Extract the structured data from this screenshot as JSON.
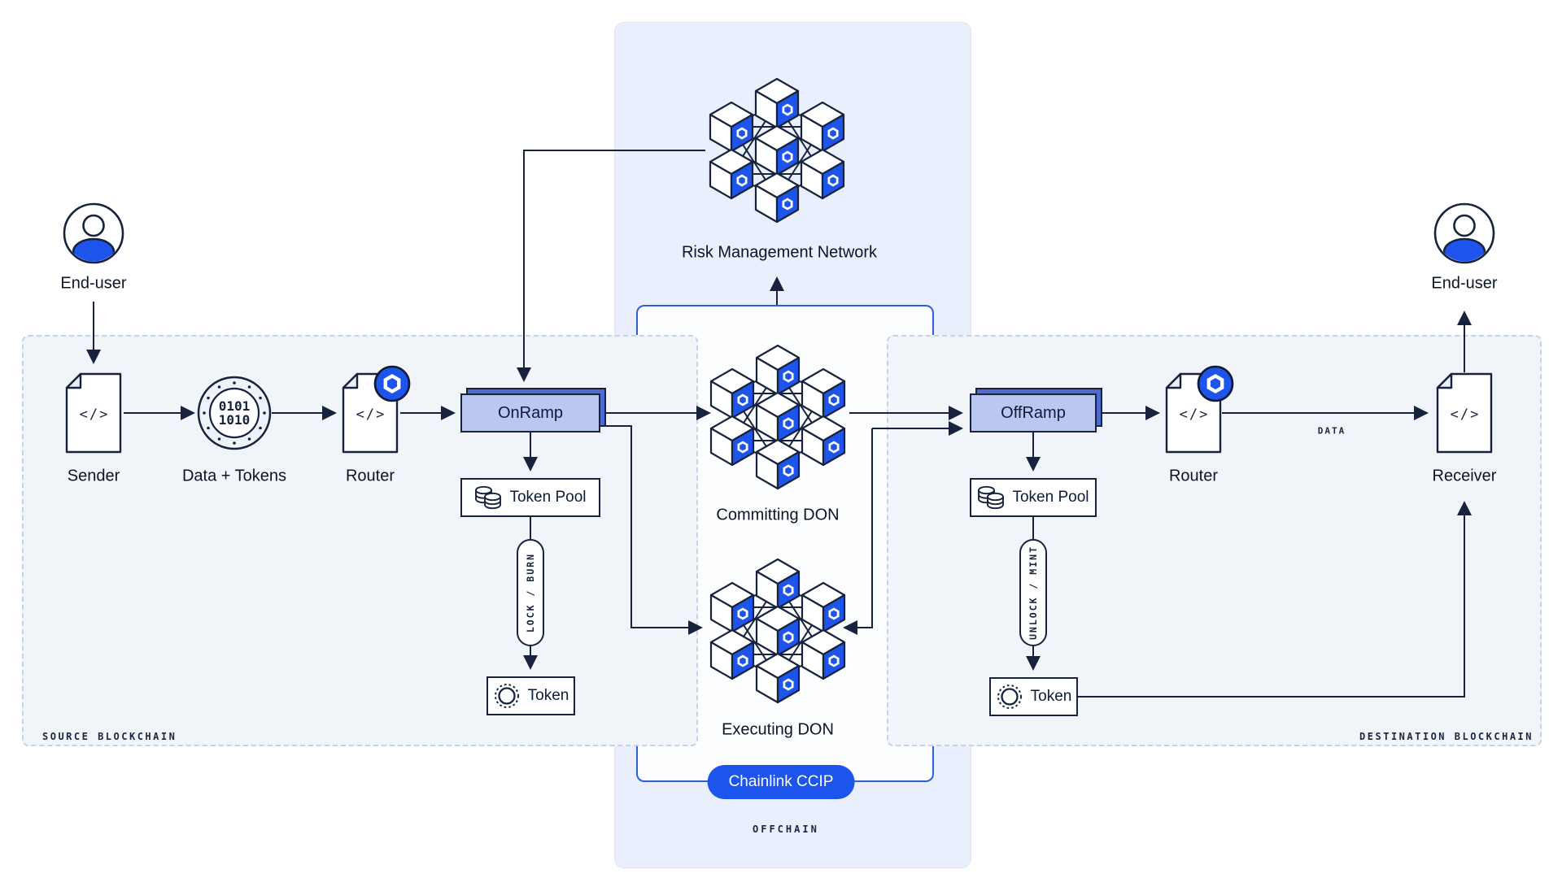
{
  "source_panel": {
    "label": "SOURCE BLOCKCHAIN",
    "end_user_label": "End-user",
    "sender_label": "Sender",
    "sender_glyph": "</>",
    "data_tokens_label": "Data + Tokens",
    "data_bits_line1": "0101",
    "data_bits_line2": "1010",
    "router_label": "Router",
    "router_glyph": "</>",
    "onramp_label": "OnRamp",
    "token_pool_label": "Token Pool",
    "lock_burn_label": "LOCK / BURN",
    "token_label": "Token"
  },
  "offchain": {
    "label": "OFFCHAIN",
    "risk_management_label": "Risk Management Network",
    "committing_don_label": "Committing DON",
    "executing_don_label": "Executing DON",
    "ccip_badge_label": "Chainlink CCIP"
  },
  "destination_panel": {
    "label": "DESTINATION BLOCKCHAIN",
    "offramp_label": "OffRamp",
    "token_pool_label": "Token Pool",
    "unlock_mint_label": "UNLOCK / MINT",
    "token_label": "Token",
    "router_label": "Router",
    "router_glyph": "</>",
    "receiver_label": "Receiver",
    "receiver_glyph": "</>",
    "end_user_label": "End-user",
    "data_flow_label": "DATA"
  },
  "icons": {
    "end_user": "user-avatar-icon",
    "sender": "code-file-icon",
    "router": "code-file-chainlink-icon",
    "data_tokens": "binary-data-coin-icon",
    "token_pool": "coin-stack-icon",
    "token": "token-ring-icon",
    "don": "chainlink-cube-network-icon"
  },
  "colors": {
    "accent_blue": "#1d55ec",
    "navy_line": "#17233d",
    "onramp_fill": "#b9c7f1",
    "onramp_back": "#4f6bd0",
    "offchain_bg": "#e9effc",
    "panel_bg": "#f1f4f9",
    "inner_border": "#2e5ed8"
  }
}
